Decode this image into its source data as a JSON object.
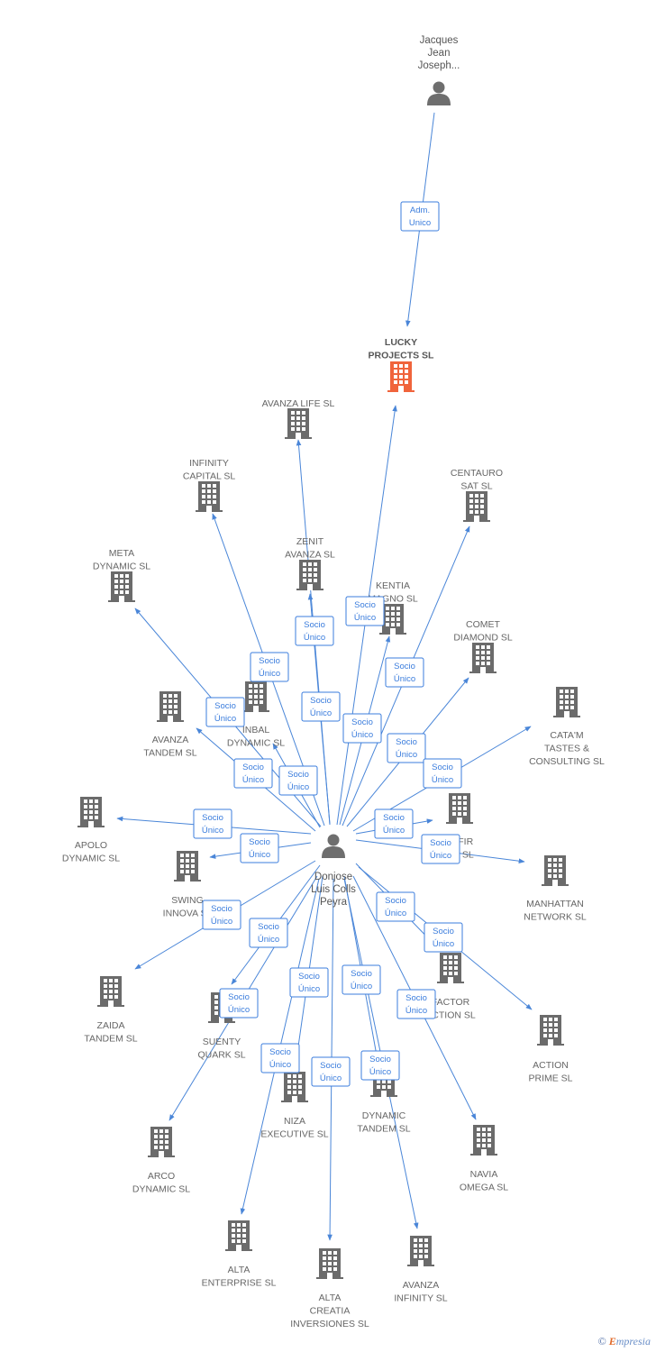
{
  "colors": {
    "edge": "#4a86d8",
    "label_border": "#3b7ddd",
    "company_icon": "#6b6b6b",
    "company_highlight": "#f0643c",
    "person_icon": "#6e6e6e",
    "text": "#666666"
  },
  "persons": [
    {
      "id": "jacques",
      "lines": [
        "Jacques",
        "Jean",
        "Joseph..."
      ]
    },
    {
      "id": "donjose",
      "lines": [
        "Donjose",
        "Luis Colls",
        "Peyra"
      ]
    }
  ],
  "companies": [
    {
      "id": "lucky",
      "lines": [
        "LUCKY",
        "PROJECTS SL"
      ],
      "highlight": true
    },
    {
      "id": "avanza_life",
      "lines": [
        "AVANZA LIFE SL"
      ]
    },
    {
      "id": "infinity_capital",
      "lines": [
        "INFINITY",
        "CAPITAL SL"
      ]
    },
    {
      "id": "centauro",
      "lines": [
        "CENTAURO",
        "SAT SL"
      ]
    },
    {
      "id": "zenit",
      "lines": [
        "ZENIT",
        "AVANZA SL"
      ]
    },
    {
      "id": "meta",
      "lines": [
        "META",
        "DYNAMIC SL"
      ]
    },
    {
      "id": "kentia",
      "lines": [
        "KENTIA",
        "MAGNO SL"
      ]
    },
    {
      "id": "comet",
      "lines": [
        "COMET",
        "DIAMOND SL"
      ]
    },
    {
      "id": "catam",
      "lines": [
        "CATA'M",
        "TASTES &",
        "CONSULTING  SL"
      ]
    },
    {
      "id": "avanza_tandem",
      "lines": [
        "AVANZA",
        "TANDEM SL"
      ]
    },
    {
      "id": "inbal",
      "lines": [
        "INBAL",
        "DYNAMIC SL"
      ]
    },
    {
      "id": "apolo",
      "lines": [
        "APOLO",
        "DYNAMIC SL"
      ]
    },
    {
      "id": "zafir",
      "lines": [
        "ZAFIR",
        "OR SL"
      ]
    },
    {
      "id": "swing",
      "lines": [
        "SWING",
        "INNOVA SL"
      ]
    },
    {
      "id": "manhattan",
      "lines": [
        "MANHATTAN",
        "NETWORK SL"
      ]
    },
    {
      "id": "zaida",
      "lines": [
        "ZAIDA",
        "TANDEM SL"
      ]
    },
    {
      "id": "factor",
      "lines": [
        "FACTOR",
        "ACTION SL"
      ]
    },
    {
      "id": "suenty",
      "lines": [
        "SUENTY",
        "QUARK SL"
      ]
    },
    {
      "id": "action_prime",
      "lines": [
        "ACTION",
        "PRIME SL"
      ]
    },
    {
      "id": "niza",
      "lines": [
        "NIZA",
        "EXECUTIVE SL"
      ]
    },
    {
      "id": "dynamic_tandem",
      "lines": [
        "DYNAMIC",
        "TANDEM SL"
      ]
    },
    {
      "id": "arco",
      "lines": [
        "ARCO",
        "DYNAMIC SL"
      ]
    },
    {
      "id": "navia",
      "lines": [
        "NAVIA",
        "OMEGA SL"
      ]
    },
    {
      "id": "alta_enterprise",
      "lines": [
        "ALTA",
        "ENTERPRISE SL"
      ]
    },
    {
      "id": "alta_creatia",
      "lines": [
        "ALTA",
        "CREATIA",
        "INVERSIONES SL"
      ]
    },
    {
      "id": "avanza_infinity",
      "lines": [
        "AVANZA",
        "INFINITY SL"
      ]
    }
  ],
  "relations": [
    {
      "from": "jacques",
      "to": "lucky",
      "label": [
        "Adm.",
        "Unico"
      ]
    },
    {
      "from": "donjose",
      "to": "lucky",
      "label": [
        "Socio",
        "Único"
      ]
    },
    {
      "from": "donjose",
      "to": "avanza_life",
      "label": [
        "Socio",
        "Único"
      ]
    },
    {
      "from": "donjose",
      "to": "infinity_capital",
      "label": [
        "Socio",
        "Único"
      ]
    },
    {
      "from": "donjose",
      "to": "centauro",
      "label": [
        "Socio",
        "Único"
      ]
    },
    {
      "from": "donjose",
      "to": "zenit",
      "label": [
        "Socio",
        "Único"
      ]
    },
    {
      "from": "donjose",
      "to": "meta",
      "label": [
        "Socio",
        "Único"
      ]
    },
    {
      "from": "donjose",
      "to": "kentia",
      "label": [
        "Socio",
        "Único"
      ]
    },
    {
      "from": "donjose",
      "to": "comet",
      "label": [
        "Socio",
        "Único"
      ]
    },
    {
      "from": "donjose",
      "to": "catam",
      "label": [
        "Socio",
        "Único"
      ]
    },
    {
      "from": "donjose",
      "to": "avanza_tandem",
      "label": [
        "Socio",
        "Único"
      ]
    },
    {
      "from": "donjose",
      "to": "inbal",
      "label": [
        "Socio",
        "Único"
      ]
    },
    {
      "from": "donjose",
      "to": "apolo",
      "label": [
        "Socio",
        "Único"
      ]
    },
    {
      "from": "donjose",
      "to": "zafir",
      "label": [
        "Socio",
        "Único"
      ]
    },
    {
      "from": "donjose",
      "to": "swing",
      "label": [
        "Socio",
        "Único"
      ]
    },
    {
      "from": "donjose",
      "to": "manhattan",
      "label": [
        "Socio",
        "Único"
      ]
    },
    {
      "from": "donjose",
      "to": "zaida",
      "label": [
        "Socio",
        "Único"
      ]
    },
    {
      "from": "donjose",
      "to": "factor",
      "label": [
        "Socio",
        "Único"
      ]
    },
    {
      "from": "donjose",
      "to": "suenty",
      "label": [
        "Socio",
        "Único"
      ]
    },
    {
      "from": "donjose",
      "to": "action_prime",
      "label": [
        "Socio",
        "Único"
      ]
    },
    {
      "from": "donjose",
      "to": "niza",
      "label": [
        "Socio",
        "Único"
      ]
    },
    {
      "from": "donjose",
      "to": "dynamic_tandem",
      "label": [
        "Socio",
        "Único"
      ]
    },
    {
      "from": "donjose",
      "to": "arco",
      "label": [
        "Socio",
        "Único"
      ]
    },
    {
      "from": "donjose",
      "to": "navia",
      "label": [
        "Socio",
        "Único"
      ]
    },
    {
      "from": "donjose",
      "to": "alta_enterprise",
      "label": [
        "Socio",
        "Único"
      ]
    },
    {
      "from": "donjose",
      "to": "alta_creatia",
      "label": [
        "Socio",
        "Único"
      ]
    },
    {
      "from": "donjose",
      "to": "avanza_infinity",
      "label": [
        "Socio",
        "Único"
      ]
    }
  ],
  "watermark": {
    "symbol": "©",
    "brand_initial": "E",
    "brand_rest": "mpresia"
  }
}
